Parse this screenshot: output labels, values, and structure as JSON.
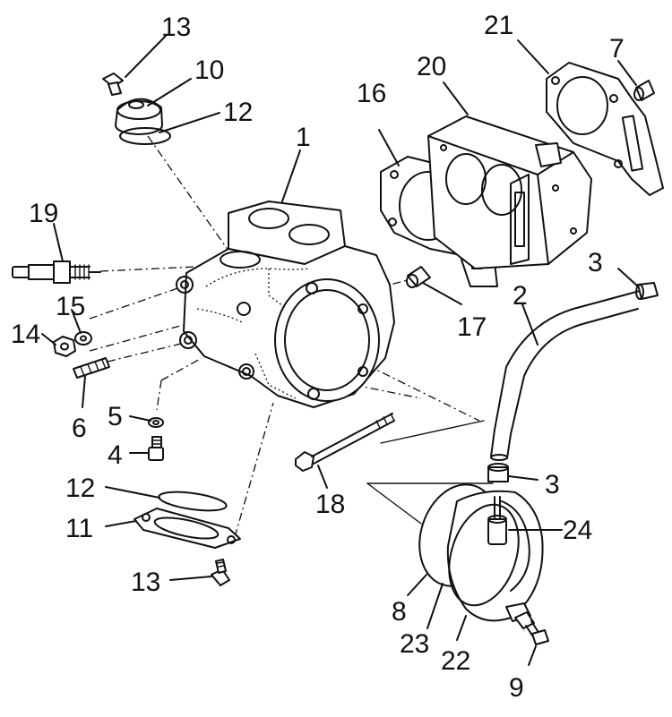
{
  "diagram": {
    "callouts": [
      {
        "id": "c13a",
        "text": "13"
      },
      {
        "id": "c10",
        "text": "10"
      },
      {
        "id": "c12a",
        "text": "12"
      },
      {
        "id": "c1",
        "text": "1"
      },
      {
        "id": "c16",
        "text": "16"
      },
      {
        "id": "c20",
        "text": "20"
      },
      {
        "id": "c21",
        "text": "21"
      },
      {
        "id": "c7",
        "text": "7"
      },
      {
        "id": "c19",
        "text": "19"
      },
      {
        "id": "c15",
        "text": "15"
      },
      {
        "id": "c14",
        "text": "14"
      },
      {
        "id": "c6",
        "text": "6"
      },
      {
        "id": "c17",
        "text": "17"
      },
      {
        "id": "c2",
        "text": "2"
      },
      {
        "id": "c3a",
        "text": "3"
      },
      {
        "id": "c5",
        "text": "5"
      },
      {
        "id": "c4",
        "text": "4"
      },
      {
        "id": "c18",
        "text": "18"
      },
      {
        "id": "c3b",
        "text": "3"
      },
      {
        "id": "c12b",
        "text": "12"
      },
      {
        "id": "c11",
        "text": "11"
      },
      {
        "id": "c24",
        "text": "24"
      },
      {
        "id": "c13b",
        "text": "13"
      },
      {
        "id": "c8",
        "text": "8"
      },
      {
        "id": "c23",
        "text": "23"
      },
      {
        "id": "c22",
        "text": "22"
      },
      {
        "id": "c9",
        "text": "9"
      }
    ]
  }
}
